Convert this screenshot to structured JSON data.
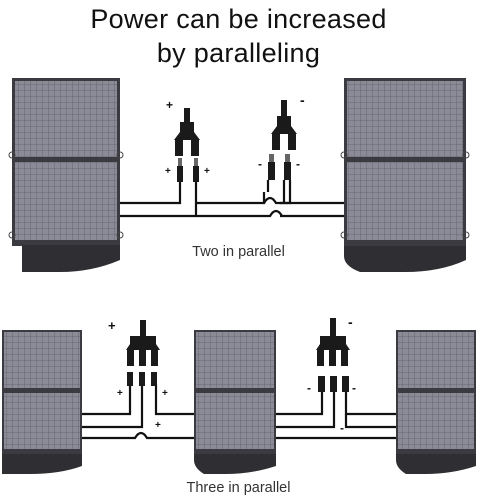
{
  "title": {
    "line1": "Power can be increased",
    "line2": "by paralleling"
  },
  "sections": [
    {
      "caption": "Two in parallel",
      "panels": 2,
      "connector_signs": {
        "plus": "+",
        "minus": "-"
      }
    },
    {
      "caption": "Three in parallel",
      "panels": 3,
      "connector_signs": {
        "plus": "+",
        "minus": "-"
      }
    }
  ],
  "colors": {
    "panel_cell": "#7e7f8c",
    "panel_frame": "#3a3a40",
    "panel_bottom": "#2f2f33",
    "cable": "#111111",
    "connector": "#1a1a1a"
  },
  "icons": [
    "solar-panel-icon",
    "y-branch-connector-icon",
    "mc4-plug-icon"
  ]
}
